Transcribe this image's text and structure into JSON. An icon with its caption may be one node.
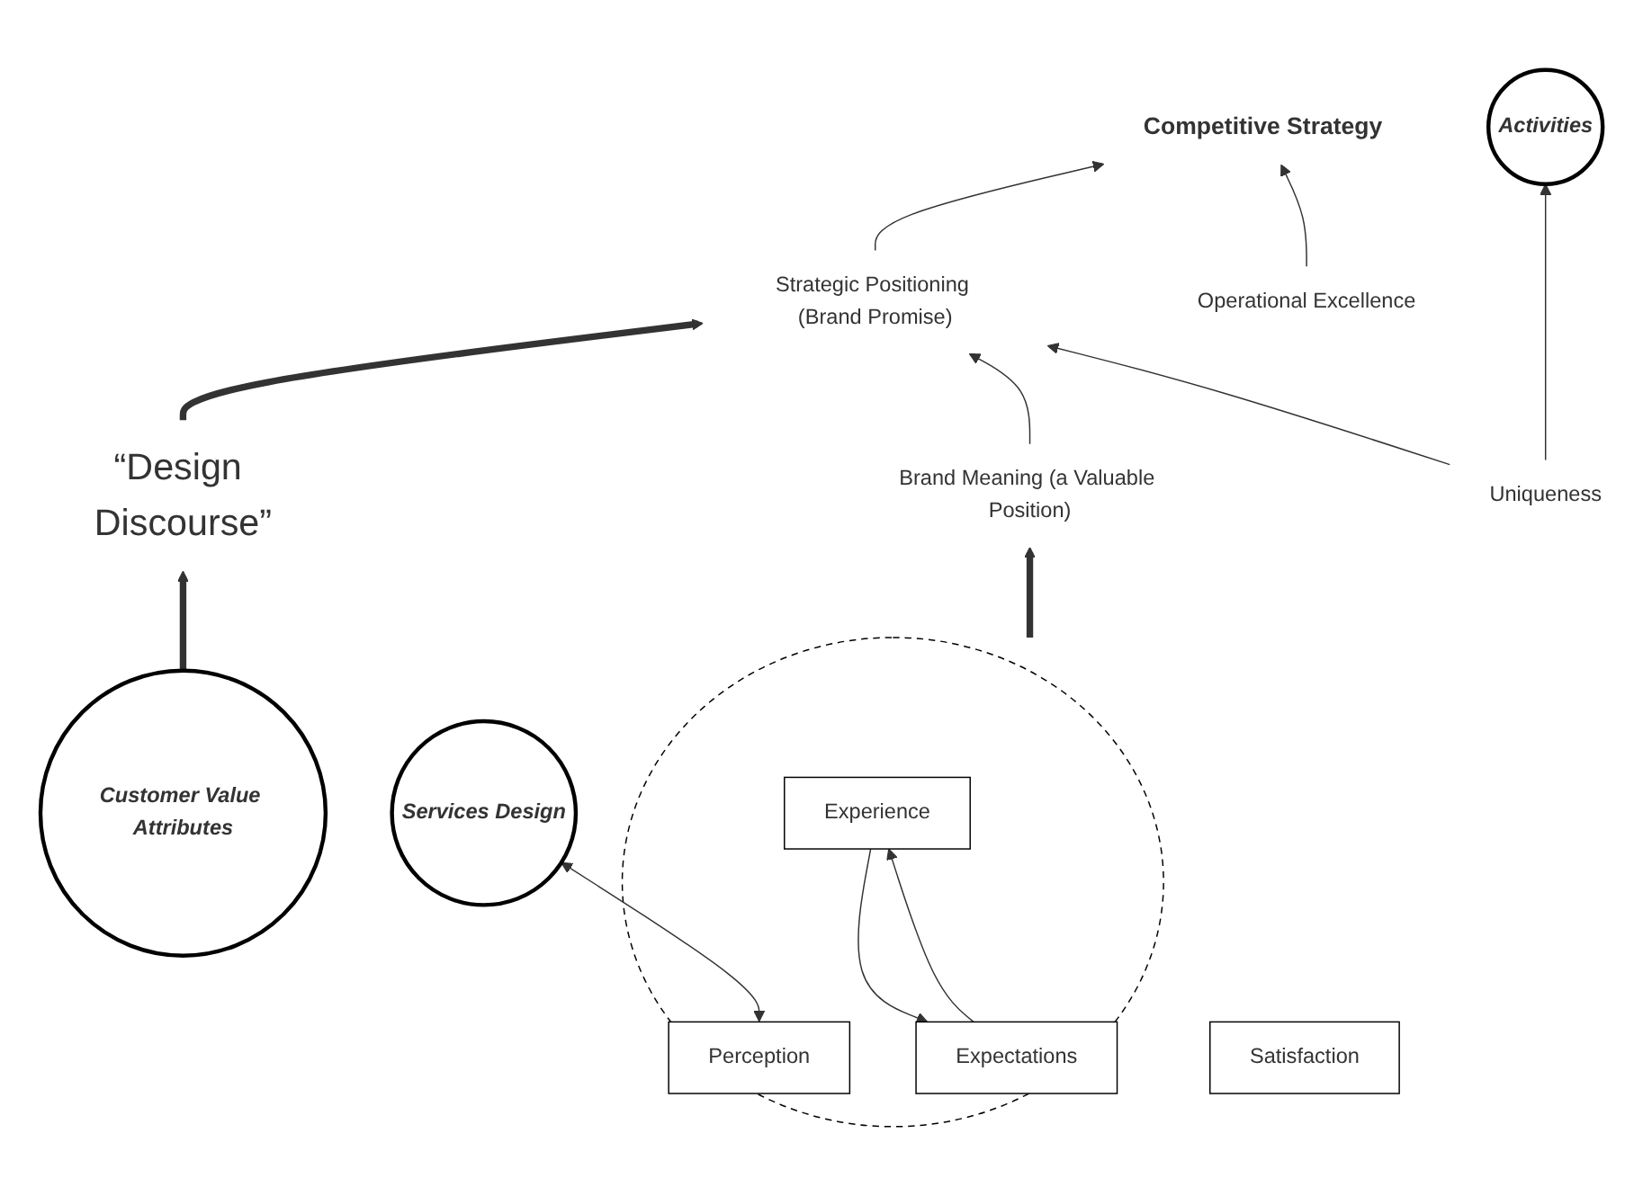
{
  "diagram": {
    "nodes": [
      {
        "text": [
          "Competitive Strategy"
        ]
      },
      {
        "text": [
          "Operational Excellence"
        ]
      },
      {
        "text": [
          "Strategic Positioning (Brand Promise)"
        ]
      },
      {
        "text": [
          "Uniqueness"
        ]
      },
      {
        "text": [
          "Brand Meaning (a Valuable Position)"
        ]
      },
      {
        "text": [],
        "shape": "ellipse"
      },
      {
        "text": [
          "Expectations"
        ],
        "in": 5
      },
      {
        "text": [
          "Experience"
        ],
        "in": 5
      },
      {
        "text": [
          "Satisfaction"
        ]
      },
      {
        "text": [
          "Perception"
        ],
        "in": 5
      },
      {
        "text": [
          "Activities"
        ]
      },
      {
        "text": [
          "Services Design"
        ]
      },
      {
        "text": [
          "Customer Value Attributes"
        ]
      },
      {
        "text": [
          "“Design Discourse”"
        ]
      }
    ],
    "edges": [
      {
        "from": 1,
        "to": 0,
        "arrow": "to"
      },
      {
        "from": 2,
        "to": 0,
        "arrow": "to"
      },
      {
        "from": 3,
        "to": 2,
        "arrow": "to"
      },
      {
        "from": 4,
        "to": 2,
        "arrow": "to"
      },
      {
        "from": 3,
        "to": 10,
        "arrow": "to"
      },
      {
        "from": 5,
        "to": 4,
        "arrow": "to",
        "style": "thick"
      },
      {
        "from": 7,
        "to": 6,
        "arrow": "to"
      },
      {
        "from": 6,
        "to": 7,
        "arrow": "to"
      },
      {
        "from": 9,
        "to": 11,
        "arrow": "both"
      },
      {
        "from": 12,
        "to": 13,
        "arrow": "to",
        "style": "thick"
      },
      {
        "from": 13,
        "to": 2,
        "arrow": "to",
        "style": "thick"
      }
    ]
  }
}
